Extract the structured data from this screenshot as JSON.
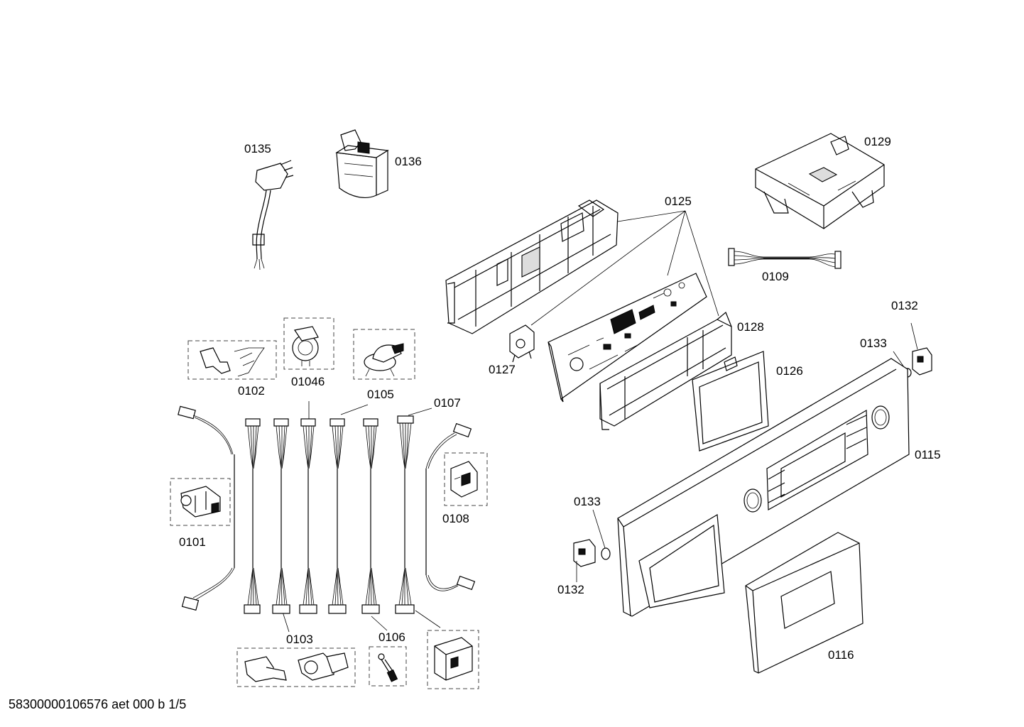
{
  "diagram": {
    "labels": {
      "p0135": "0135",
      "p0136": "0136",
      "p0129": "0129",
      "p0125": "0125",
      "p0109": "0109",
      "p0128": "0128",
      "p0127": "0127",
      "p0126": "0126",
      "p0132a": "0132",
      "p0133a": "0133",
      "p0115": "0115",
      "p0102": "0102",
      "p01046": "01046",
      "p0105": "0105",
      "p0107": "0107",
      "p0108": "0108",
      "p0101": "0101",
      "p0133b": "0133",
      "p0132b": "0132",
      "p0103": "0103",
      "p0106": "0106",
      "p0116": "0116"
    },
    "footer": "58300000106576 aet 000 b 1/5"
  }
}
